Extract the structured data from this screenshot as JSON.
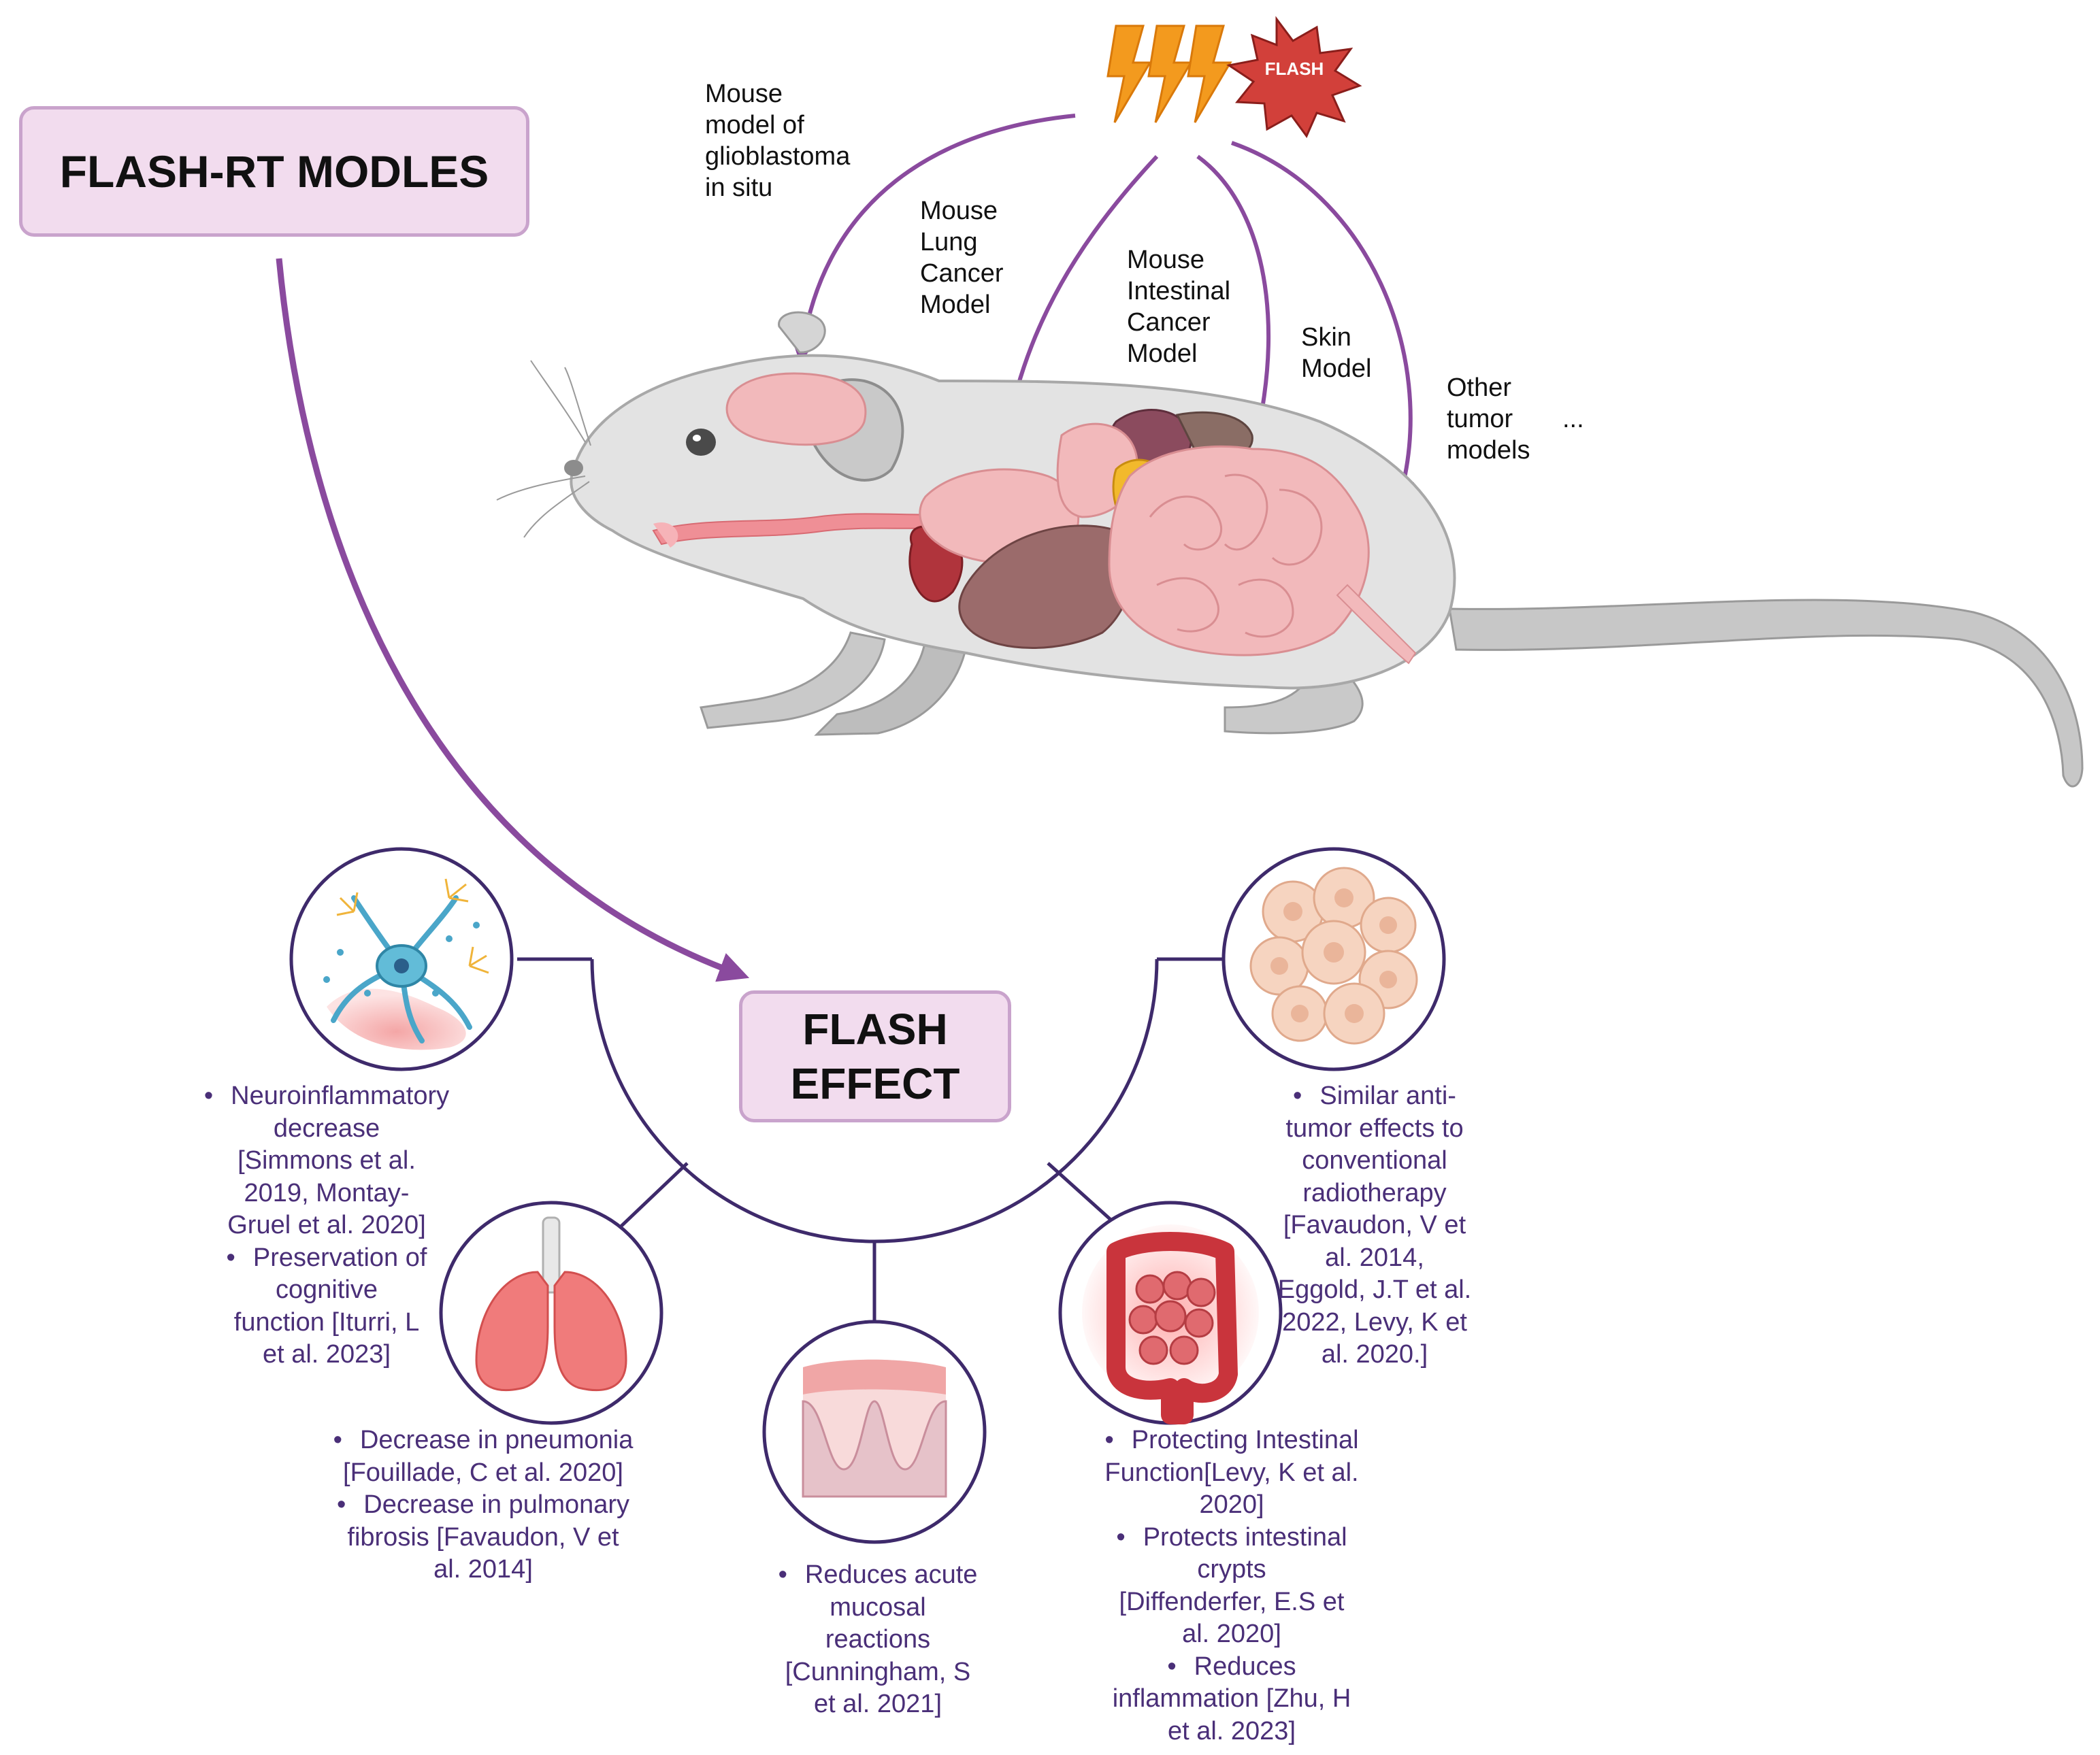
{
  "title_box": {
    "text": "FLASH-RT MODLES"
  },
  "effect_box": {
    "line1": "FLASH",
    "line2": "EFFECT"
  },
  "flash_starburst": {
    "text": "FLASH"
  },
  "model_labels": {
    "glioblastoma": [
      "Mouse",
      "model of",
      "glioblastoma",
      "in situ"
    ],
    "lung": [
      "Mouse",
      "Lung",
      "Cancer",
      "Model"
    ],
    "intestinal": [
      "Mouse",
      "Intestinal",
      "Cancer",
      "Model"
    ],
    "skin": [
      "Skin",
      "Model"
    ],
    "other": [
      "Other",
      "tumor",
      "models"
    ],
    "ellipsis": "..."
  },
  "effects": {
    "neuro": [
      [
        "Neuroinflammatory",
        "decrease",
        "[Simmons et al.",
        "2019, Montay-",
        "Gruel et al. 2020]"
      ],
      [
        "Preservation of",
        "cognitive",
        "function [Iturri, L",
        "et al. 2023]"
      ]
    ],
    "lung": [
      [
        "Decrease in pneumonia",
        "[Fouillade, C et al. 2020]"
      ],
      [
        "Decrease in pulmonary",
        "fibrosis [Favaudon, V et",
        "al. 2014]"
      ]
    ],
    "mucosa": [
      [
        "Reduces acute",
        "mucosal",
        "reactions",
        "[Cunningham, S",
        "et al. 2021]"
      ]
    ],
    "intestine": [
      [
        "Protecting Intestinal",
        "Function[Levy, K et al.",
        "2020]"
      ],
      [
        "Protects intestinal",
        "crypts",
        "[Diffenderfer, E.S et",
        "al. 2020]"
      ],
      [
        "Reduces",
        "inflammation [Zhu, H",
        "et al. 2023]"
      ]
    ],
    "tumor": [
      [
        "Similar anti-",
        "tumor effects to",
        "conventional",
        "radiotherapy",
        "[Favaudon, V et",
        "al. 2014,",
        "Eggold, J.T et al.",
        "2022, Levy, K et",
        "al. 2020.]"
      ]
    ]
  },
  "colors": {
    "box_fill": "#f2dcee",
    "box_border": "#c9a3cc",
    "arrow": "#8a4a9e",
    "connector": "#3e2a6b",
    "bullet_text": "#4a2f78",
    "bolt": "#f39a1e",
    "starburst": "#d2403a"
  },
  "icons": [
    "lightning-bolt-icon",
    "flash-starburst-icon",
    "mouse-anatomy-illustration",
    "neuron-icon",
    "lungs-icon",
    "skin-layer-icon",
    "intestine-icon",
    "tumor-cells-icon"
  ]
}
